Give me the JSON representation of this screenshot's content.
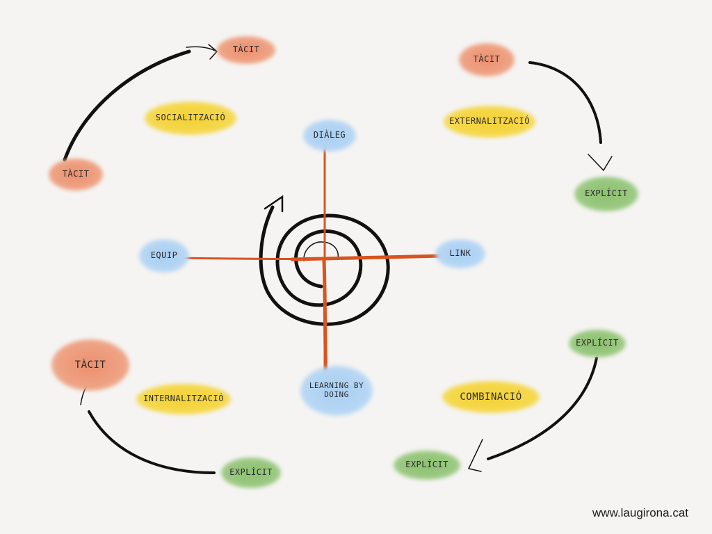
{
  "labels": {
    "tacit_top_left_arrow": "TÀCIT",
    "tacit_left": "TÀCIT",
    "socialization": "SOCIALITZACIÓ",
    "tacit_top_right": "TÀCIT",
    "externalization": "EXTERNALITZACIÓ",
    "explicit_right": "EXPLÍCIT",
    "dialeg": "DIÀLEG",
    "equip": "EQUIP",
    "link": "LINK",
    "learning_by_doing": "LEARNING BY DOING",
    "tacit_bottom_left": "TÀCIT",
    "internalization": "INTERNALITZACIÓ",
    "explicit_bottom_left": "EXPLÍCIT",
    "explicit_right_lower": "EXPLÍCIT",
    "combination": "COMBINACIÓ",
    "explicit_bottom_right": "EXPLÍCIT"
  },
  "colors": {
    "tacit": "#ee9a7c",
    "mode": "#f4d442",
    "explicit": "#97c67c",
    "center": "#b3d4f3",
    "axis": "#d9531e",
    "ink": "#111111"
  },
  "credit": "www.laugirona.cat"
}
